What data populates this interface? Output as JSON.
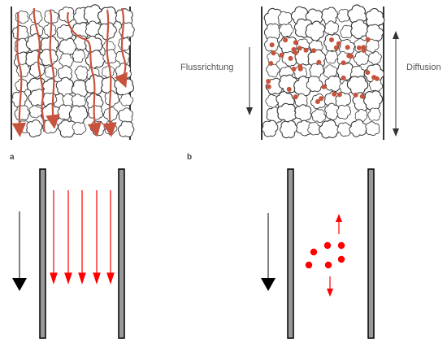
{
  "panel_a": {
    "letter": "a"
  },
  "panel_b": {
    "letter": "b",
    "flow_label": "Flussrichtung",
    "diffusion_label": "Diffusion"
  },
  "colors": {
    "wall_dark": "#333333",
    "wall_fill": "#999999",
    "path_red": "#c8533c",
    "particle": "#c8533c",
    "bright_red": "#ff0000",
    "arrow_black": "#000000"
  },
  "icons": {
    "flow_arrow": "arrow-down-icon",
    "diffusion_arrow": "double-arrow-vertical-icon"
  }
}
